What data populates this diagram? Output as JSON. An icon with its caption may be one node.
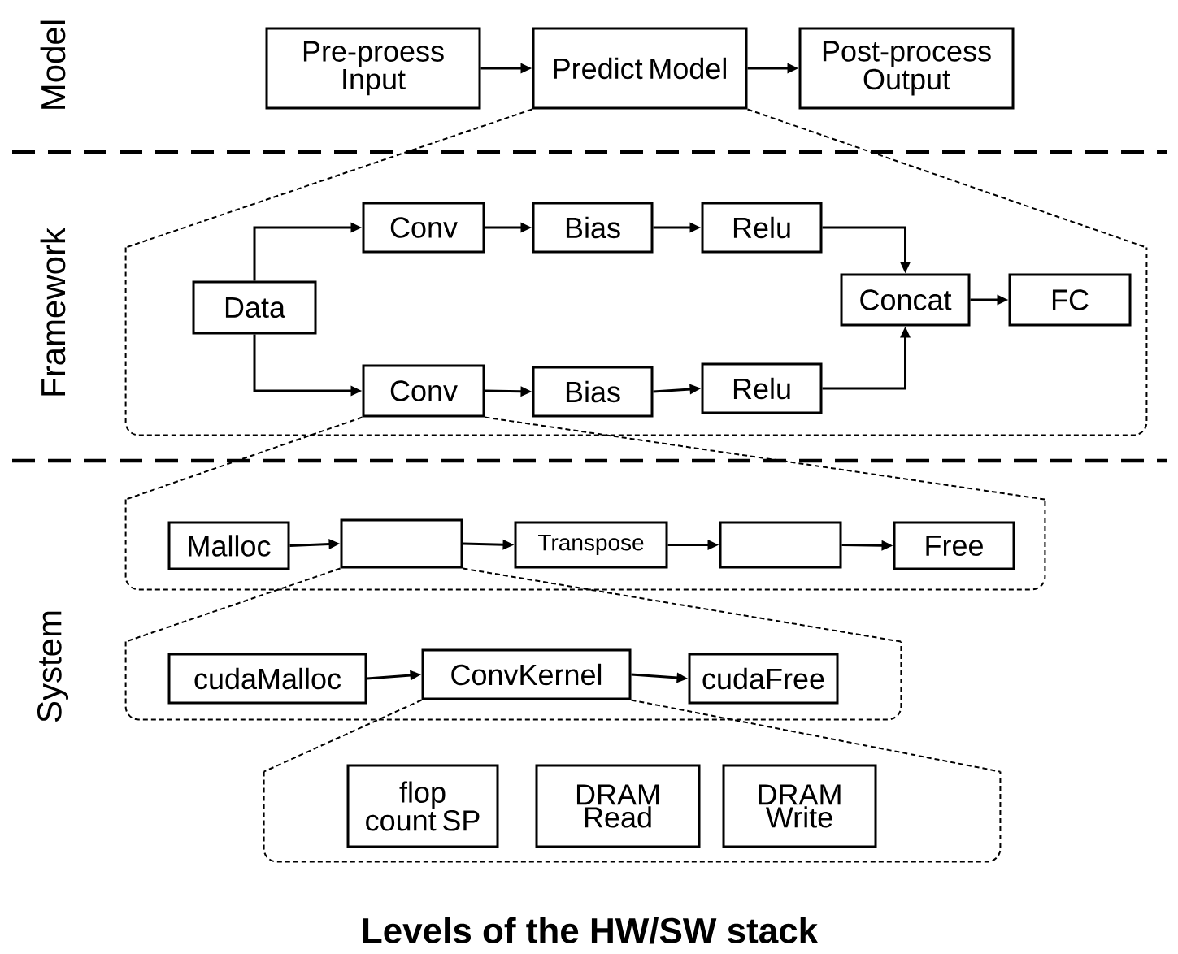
{
  "diagram": {
    "caption": "Levels of the HW/SW stack",
    "nodes": [
      {
        "text": [
          "Pre-proess Input"
        ]
      },
      {
        "text": [
          "Predict Model"
        ]
      },
      {
        "text": [
          "Post-process Output"
        ]
      },
      {
        "text": [],
        "shape": "box"
      },
      {
        "text": [
          "Data"
        ],
        "in": 3
      },
      {
        "text": [
          "Conv"
        ]
      },
      {
        "text": [
          "Bias"
        ]
      },
      {
        "text": [
          "Relu"
        ]
      },
      {
        "text": [
          "Concat"
        ],
        "in": 3
      },
      {
        "text": [
          "FC"
        ],
        "in": 3
      },
      {
        "text": [
          "Conv"
        ],
        "in": 3
      },
      {
        "text": [
          "Bias"
        ],
        "in": 3
      },
      {
        "text": [
          "Relu"
        ],
        "in": 3
      },
      {
        "text": [],
        "shape": "box"
      },
      {
        "text": [
          "Malloc"
        ],
        "in": 13
      },
      {
        "text": [],
        "shape": "box",
        "in": 13
      },
      {
        "text": [
          "Transpose"
        ],
        "in": 13
      },
      {
        "text": [],
        "shape": "box",
        "in": 13
      },
      {
        "text": [
          "Free"
        ],
        "in": 13
      },
      {
        "text": [],
        "shape": "box"
      },
      {
        "text": [
          "cudaMalloc"
        ],
        "in": 19
      },
      {
        "text": [
          "ConvKernel"
        ],
        "in": 19
      },
      {
        "text": [
          "cudaFree"
        ],
        "in": 19
      },
      {
        "text": [],
        "shape": "box"
      },
      {
        "text": [
          "flop count SP"
        ],
        "in": 23
      },
      {
        "text": [
          "DRAM Read"
        ],
        "in": 23
      },
      {
        "text": [
          "DRAM Write"
        ],
        "in": 23
      }
    ],
    "edges": [
      {
        "from": 0,
        "to": 1,
        "arrow": "to"
      },
      {
        "from": 1,
        "to": 2,
        "arrow": "to"
      },
      {
        "from": 1,
        "to": 3,
        "arrow": "none",
        "style": "dashed"
      },
      {
        "from": 1,
        "to": 3,
        "arrow": "none",
        "style": "dashed"
      },
      {
        "from": 4,
        "to": 5,
        "arrow": "to"
      },
      {
        "from": 4,
        "to": 10,
        "arrow": "to"
      },
      {
        "from": 5,
        "to": 6,
        "arrow": "to"
      },
      {
        "from": 6,
        "to": 7,
        "arrow": "to"
      },
      {
        "from": 7,
        "to": 8,
        "arrow": "to"
      },
      {
        "from": 10,
        "to": 11,
        "arrow": "to"
      },
      {
        "from": 11,
        "to": 12,
        "arrow": "to"
      },
      {
        "from": 12,
        "to": 8,
        "arrow": "to"
      },
      {
        "from": 8,
        "to": 9,
        "arrow": "to"
      },
      {
        "from": 10,
        "to": 13,
        "arrow": "none",
        "style": "dashed"
      },
      {
        "from": 10,
        "to": 13,
        "arrow": "none",
        "style": "dashed"
      },
      {
        "from": 14,
        "to": 15,
        "arrow": "to"
      },
      {
        "from": 15,
        "to": 16,
        "arrow": "to"
      },
      {
        "from": 16,
        "to": 17,
        "arrow": "to"
      },
      {
        "from": 17,
        "to": 18,
        "arrow": "to"
      },
      {
        "from": 15,
        "to": 19,
        "arrow": "none",
        "style": "dashed"
      },
      {
        "from": 15,
        "to": 19,
        "arrow": "none",
        "style": "dashed"
      },
      {
        "from": 20,
        "to": 21,
        "arrow": "to"
      },
      {
        "from": 21,
        "to": 22,
        "arrow": "to"
      },
      {
        "from": 21,
        "to": 23,
        "arrow": "none",
        "style": "dashed"
      },
      {
        "from": 21,
        "to": 23,
        "arrow": "none",
        "style": "dashed"
      }
    ],
    "labels": [
      "Model",
      "Framework",
      "System"
    ]
  }
}
